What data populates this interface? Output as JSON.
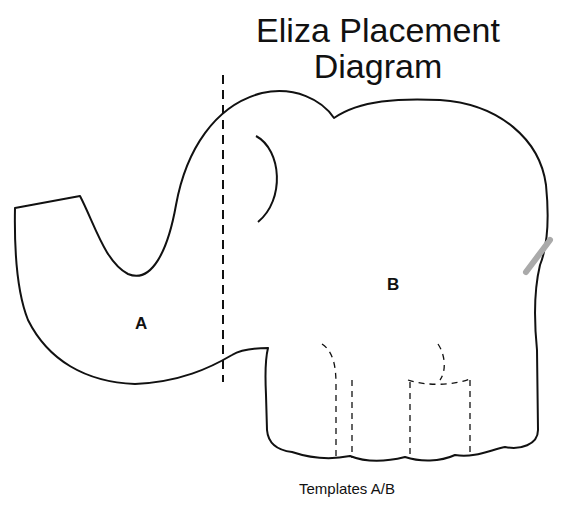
{
  "diagram": {
    "title": "Eliza Placement Diagram",
    "caption": "Templates A/B",
    "labels": [
      "A",
      "B"
    ]
  }
}
